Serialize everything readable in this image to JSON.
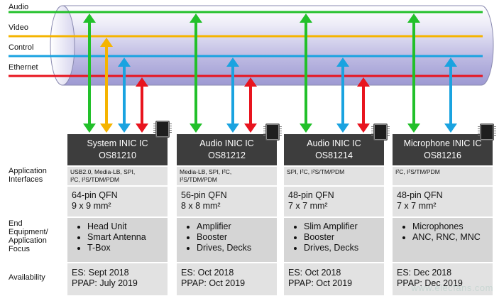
{
  "buses": [
    {
      "label": "Audio",
      "color": "#22c02a"
    },
    {
      "label": "Video",
      "color": "#f5b400"
    },
    {
      "label": "Control",
      "color": "#1aa3e0"
    },
    {
      "label": "Ethernet",
      "color": "#e8141e"
    }
  ],
  "row_labels": {
    "interfaces": [
      "Application",
      "Interfaces"
    ],
    "equipment": [
      "End",
      "Equipment/",
      "Application",
      "Focus"
    ],
    "availability": "Availability"
  },
  "chips": [
    {
      "name_line1": "System INIC IC",
      "name_line2": "OS81210",
      "interfaces": [
        "USB2.0, Media-LB, SPI,",
        "I²C, I²S/TDM/PDM"
      ],
      "package": "64-pin QFN",
      "size": "9 x 9 mm²",
      "equipment": [
        "Head Unit",
        "Smart Antenna",
        "T-Box"
      ],
      "es": "ES: Sept 2018",
      "ppap": "PPAP: July 2019",
      "connections": [
        "Audio",
        "Video",
        "Control",
        "Ethernet"
      ]
    },
    {
      "name_line1": "Audio INIC IC",
      "name_line2": "OS81212",
      "interfaces": [
        "Media-LB, SPI, I²C,",
        "I²S/TDM/PDM"
      ],
      "package": "56-pin QFN",
      "size": "8 x 8 mm²",
      "equipment": [
        "Amplifier",
        "Booster",
        "Drives, Decks"
      ],
      "es": "ES: Oct 2018",
      "ppap": "PPAP: Oct 2019",
      "connections": [
        "Audio",
        "Control",
        "Ethernet"
      ]
    },
    {
      "name_line1": "Audio INIC IC",
      "name_line2": "OS81214",
      "interfaces": [
        "SPI, I²C, I²S/TM/PDM"
      ],
      "package": "48-pin QFN",
      "size": "7 x 7 mm²",
      "equipment": [
        "Slim Amplifier",
        "Booster",
        "Drives, Decks"
      ],
      "es": "ES: Oct 2018",
      "ppap": "PPAP: Oct 2019",
      "connections": [
        "Audio",
        "Control",
        "Ethernet"
      ]
    },
    {
      "name_line1": "Microphone INIC IC",
      "name_line2": "OS81216",
      "interfaces": [
        "I²C, I²S/TM/PDM"
      ],
      "package": "48-pin QFN",
      "size": "7 x 7 mm²",
      "equipment": [
        "Microphones",
        "ANC, RNC, MNC"
      ],
      "es": "ES: Dec 2018",
      "ppap": "PPAP: Dec 2019",
      "connections": [
        "Audio",
        "Control"
      ]
    }
  ],
  "watermark": "www.elecfans.com"
}
